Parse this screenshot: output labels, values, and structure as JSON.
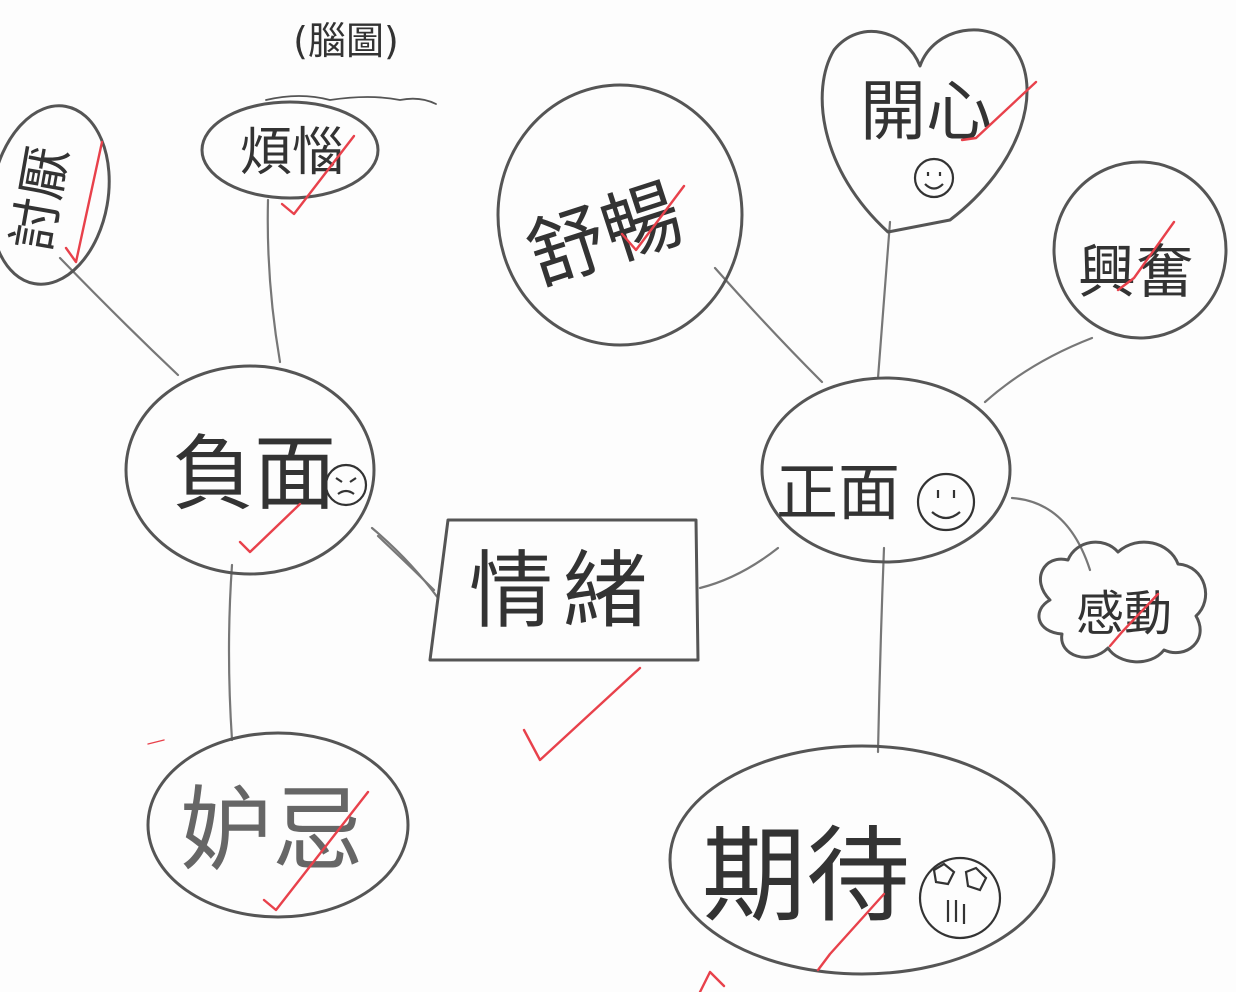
{
  "title": "(腦圖)",
  "center": "情緒",
  "branches": {
    "negative": {
      "label": "負面",
      "children": [
        "討厭",
        "煩惱",
        "妒忌"
      ]
    },
    "positive": {
      "label": "正面",
      "children": [
        "舒暢",
        "開心",
        "興奮",
        "感動",
        "期待"
      ]
    }
  },
  "colors": {
    "ink": "#333333",
    "line": "#555555",
    "check": "#e8414b",
    "paper": "#fdfdfd"
  }
}
